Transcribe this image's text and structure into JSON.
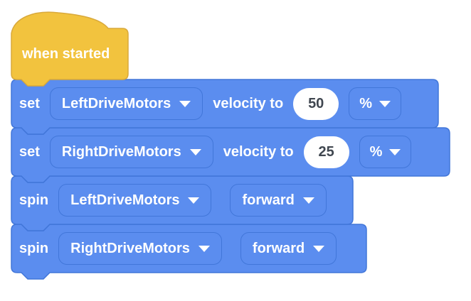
{
  "palette": {
    "block_fill": "#5B8DEF",
    "block_border": "#4176D9",
    "hat_fill": "#F2C33E",
    "hat_border": "#D9A93B",
    "value_text": "#404750",
    "label_text": "#FFFFFF",
    "canvas_background": "#FFFFFF"
  },
  "script": {
    "hat": {
      "label": "when started"
    },
    "set_blocks": [
      {
        "verb": "set",
        "motor": "LeftDriveMotors",
        "property_label": "velocity to",
        "value": "50",
        "unit": "%"
      },
      {
        "verb": "set",
        "motor": "RightDriveMotors",
        "property_label": "velocity to",
        "value": "25",
        "unit": "%"
      }
    ],
    "spin_blocks": [
      {
        "verb": "spin",
        "motor": "LeftDriveMotors",
        "direction": "forward"
      },
      {
        "verb": "spin",
        "motor": "RightDriveMotors",
        "direction": "forward"
      }
    ]
  }
}
